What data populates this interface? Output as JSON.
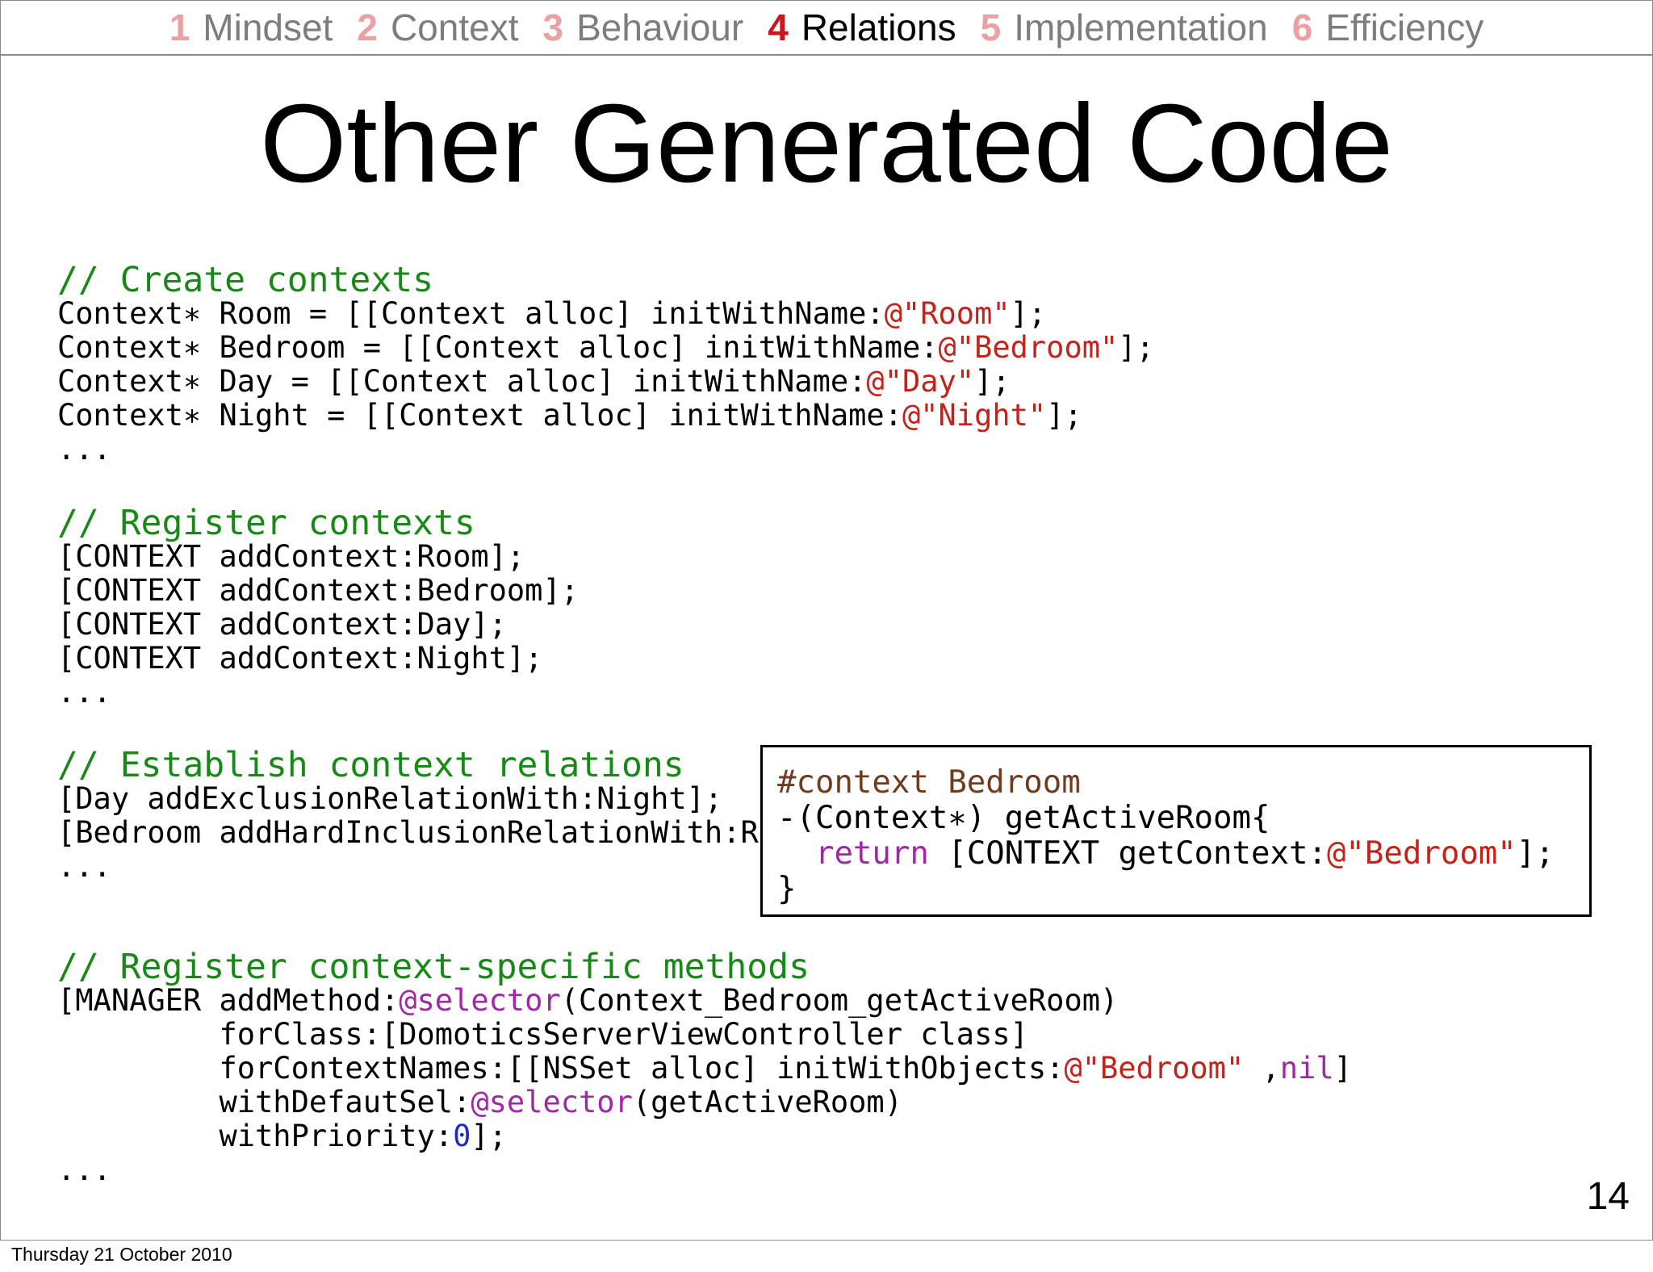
{
  "nav": [
    {
      "num": "1",
      "label": "Mindset"
    },
    {
      "num": "2",
      "label": "Context"
    },
    {
      "num": "3",
      "label": "Behaviour"
    },
    {
      "num": "4",
      "label": "Relations"
    },
    {
      "num": "5",
      "label": "Implementation"
    },
    {
      "num": "6",
      "label": "Efficiency"
    }
  ],
  "title": "Other Generated Code",
  "code": {
    "create": {
      "comment": "// Create contexts",
      "lines": [
        {
          "pre": "Context∗ Room = [[Context alloc] initWithName:",
          "str": "@\"Room\"",
          "post": "];"
        },
        {
          "pre": "Context∗ Bedroom = [[Context alloc] initWithName:",
          "str": "@\"Bedroom\"",
          "post": "];"
        },
        {
          "pre": "Context∗ Day = [[Context alloc] initWithName:",
          "str": "@\"Day\"",
          "post": "];"
        },
        {
          "pre": "Context∗ Night = [[Context alloc] initWithName:",
          "str": "@\"Night\"",
          "post": "];"
        }
      ],
      "ellipsis": "..."
    },
    "register": {
      "comment": "// Register contexts",
      "lines": [
        "[CONTEXT addContext:Room];",
        "[CONTEXT addContext:Bedroom];",
        "[CONTEXT addContext:Day];",
        "[CONTEXT addContext:Night];"
      ],
      "ellipsis": "..."
    },
    "relations": {
      "comment": "// Establish context relations",
      "lines": [
        "[Day addExclusionRelationWith:Night];",
        "[Bedroom addHardInclusionRelationWith:Ro"
      ],
      "ellipsis": "..."
    },
    "methods": {
      "comment": "// Register context-specific methods",
      "l1_a": "[MANAGER addMethod:",
      "l1_kw": "@selector",
      "l1_b": "(Context_Bedroom_getActiveRoom)",
      "l2": "         forClass:[DomoticsServerViewController class]",
      "l3_a": "         forContextNames:[[NSSet alloc] initWithObjects:",
      "l3_str": "@\"Bedroom\"",
      "l3_b": " ,",
      "l3_kw": "nil",
      "l3_c": "]",
      "l4_a": "         withDefautSel:",
      "l4_kw": "@selector",
      "l4_b": "(getActiveRoom)",
      "l5_a": "         withPriority:",
      "l5_num": "0",
      "l5_b": "];",
      "ellipsis": "..."
    }
  },
  "popup": {
    "l1": "#context Bedroom",
    "l2": "-(Context∗) getActiveRoom{",
    "l3_indent": "  ",
    "l3_kw": "return",
    "l3_a": " [CONTEXT getContext:",
    "l3_str": "@\"Bedroom\"",
    "l3_b": "];",
    "l4": "}"
  },
  "page_number": "14",
  "footer_date": "Thursday 21 October 2010"
}
